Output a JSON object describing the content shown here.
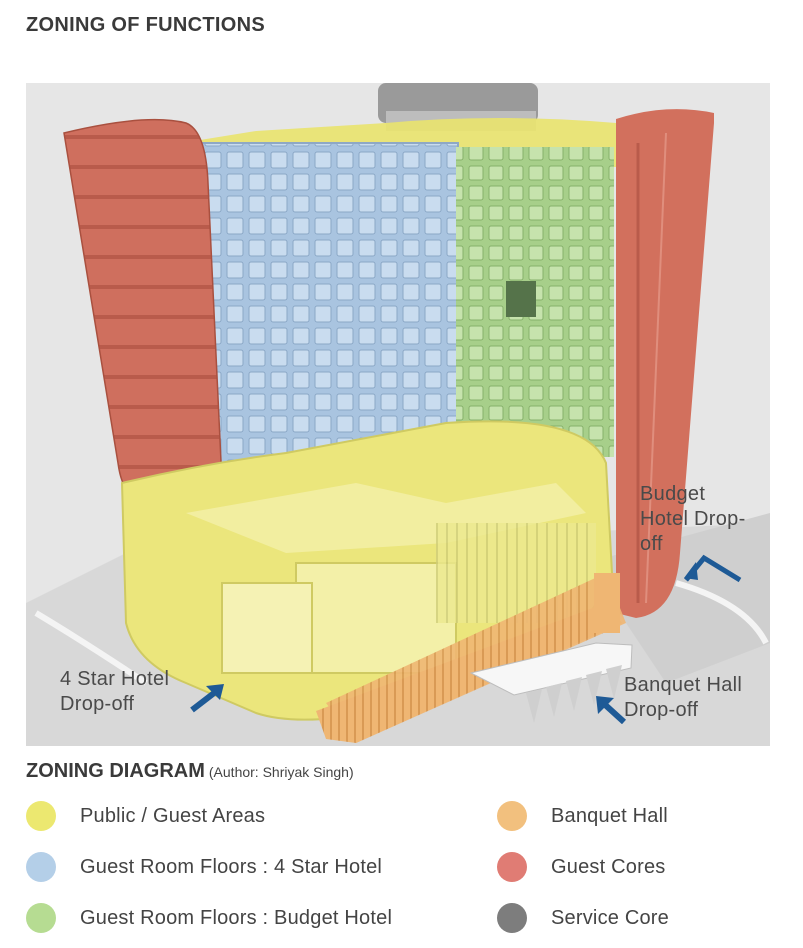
{
  "title": "ZONING OF FUNCTIONS",
  "callouts": {
    "budget_dropoff": "Budget\nHotel Drop-\noff",
    "four_star_dropoff": "4 Star Hotel\nDrop-off",
    "banquet_dropoff": "Banquet Hall\nDrop-off"
  },
  "subtitle": {
    "main": "ZONING DIAGRAM",
    "author": "(Author: Shriyak Singh)"
  },
  "legend": [
    {
      "label": "Public / Guest Areas",
      "color": "#ece870"
    },
    {
      "label": "Guest Room Floors : 4 Star Hotel",
      "color": "#b4cfe8"
    },
    {
      "label": "Guest Room Floors : Budget Hotel",
      "color": "#b6dc92"
    },
    {
      "label": "Banquet Hall",
      "color": "#f2c07e"
    },
    {
      "label": "Guest Cores",
      "color": "#e07c74"
    },
    {
      "label": "Service Core",
      "color": "#7d7d7d"
    }
  ],
  "colors": {
    "arrow": "#1e5a96",
    "background": "#e4e4e4"
  }
}
